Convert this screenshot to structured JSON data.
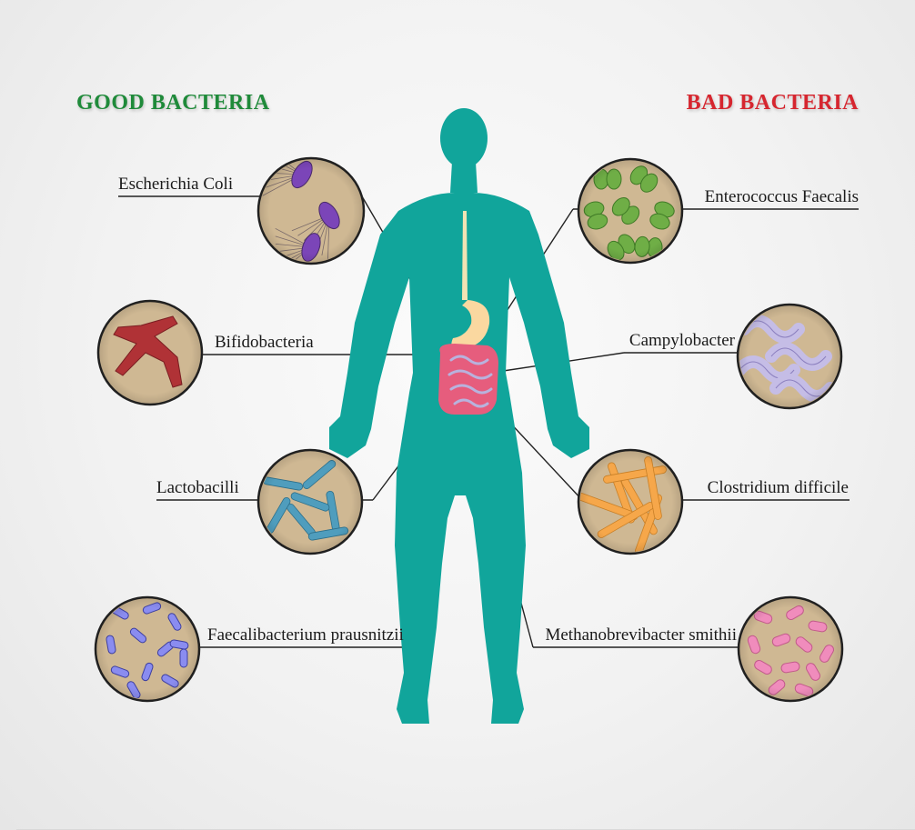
{
  "good_section": {
    "heading": "GOOD BACTERIA",
    "heading_color": "#1f8a3a",
    "bacteria": [
      {
        "name": "Escherichia Coli",
        "icon": "e-coli-icon",
        "color": "#7b45b8"
      },
      {
        "name": "Bifidobacteria",
        "icon": "bifidobacteria-icon",
        "color": "#b03236"
      },
      {
        "name": "Lactobacilli",
        "icon": "lactobacilli-icon",
        "color": "#4f9dbd"
      },
      {
        "name": "Faecalibacterium prausnitzii",
        "icon": "faecalibacterium-icon",
        "color": "#8a8cf0"
      }
    ]
  },
  "bad_section": {
    "heading": "BAD BACTERIA",
    "heading_color": "#d6262f",
    "bacteria": [
      {
        "name": "Enterococcus Faecalis",
        "icon": "enterococcus-icon",
        "color": "#6fae46"
      },
      {
        "name": "Campylobacter",
        "icon": "campylobacter-icon",
        "color": "#c5bde6"
      },
      {
        "name": "Clostridium difficile",
        "icon": "clostridium-icon",
        "color": "#f6a74a"
      },
      {
        "name": "Methanobrevibacter smithii",
        "icon": "methanobrevibacter-icon",
        "color": "#f08cbc"
      }
    ]
  },
  "colors": {
    "body": "#11a59b",
    "stomach": "#fad8a0",
    "esophagus": "#f1e3b4",
    "intestine": "#e65d7d",
    "circle_fill": "#cfb893",
    "circle_border": "#222222"
  }
}
